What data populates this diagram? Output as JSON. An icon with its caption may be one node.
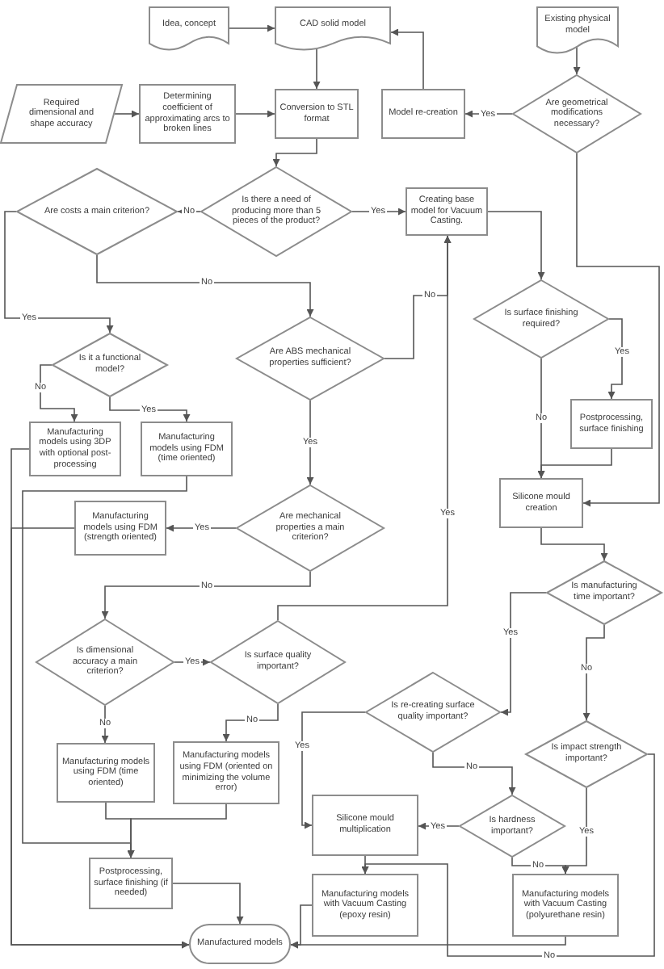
{
  "diagram": {
    "nodes": [
      {
        "text": [
          "Idea, concept"
        ]
      },
      {
        "text": [
          "CAD solid model"
        ]
      },
      {
        "text": [
          "Existing physical model"
        ]
      },
      {
        "text": [
          "Required dimensional and shape accuracy"
        ]
      },
      {
        "text": [
          "Determining coefficient of approximating arcs to broken lines"
        ]
      },
      {
        "text": [
          "Conversion to STL format"
        ]
      },
      {
        "text": [
          "Model re-creation"
        ]
      },
      {
        "text": [
          "Are geometrical modifications necessary?"
        ]
      },
      {
        "text": [
          "Is there a need of producing more than 5 pieces of the product?"
        ]
      },
      {
        "text": [
          "Are costs a main criterion?"
        ]
      },
      {
        "text": [
          "Creating base model for Vacuum Casting."
        ]
      },
      {
        "text": [
          "Is it a functional model?"
        ]
      },
      {
        "text": [
          "Are ABS mechanical properties sufficient?"
        ]
      },
      {
        "text": [
          "Is surface finishing required?"
        ]
      },
      {
        "text": [
          "Manufacturing models using 3DP with optional post-processing"
        ]
      },
      {
        "text": [
          "Manufacturing models using FDM (time oriented)"
        ]
      },
      {
        "text": [
          "Postprocessing, surface finishing"
        ]
      },
      {
        "text": [
          "Manufacturing models using FDM (strength oriented)"
        ]
      },
      {
        "text": [
          "Are mechanical properties a main criterion?"
        ]
      },
      {
        "text": [
          "Silicone mould creation"
        ]
      },
      {
        "text": [
          "Is manufacturing time important?"
        ]
      },
      {
        "text": [
          "Is dimensional accuracy a main criterion?"
        ]
      },
      {
        "text": [
          "Is surface quality important?"
        ]
      },
      {
        "text": [
          "Is re-creating surface quality important?"
        ]
      },
      {
        "text": [
          "Is impact strength important?"
        ]
      },
      {
        "text": [
          "Manufacturing models using FDM (time oriented)"
        ]
      },
      {
        "text": [
          "Manufacturing models using FDM (oriented on minimizing the volume error)"
        ]
      },
      {
        "text": [
          "Silicone mould multiplication"
        ]
      },
      {
        "text": [
          "Is hardness important?"
        ]
      },
      {
        "text": [
          "Manufacturing models with Vacuum Casting (epoxy resin)"
        ]
      },
      {
        "text": [
          "Manufacturing models with Vacuum Casting (polyurethane resin)"
        ]
      },
      {
        "text": [
          "Postprocessing, surface finishing (if needed)"
        ]
      },
      {
        "text": [
          "Manufactured models"
        ]
      }
    ],
    "edges": [
      {
        "from": 0,
        "to": 1,
        "arrow": "to"
      },
      {
        "from": 1,
        "to": 5,
        "arrow": "to"
      },
      {
        "from": 3,
        "to": 4,
        "arrow": "to"
      },
      {
        "from": 4,
        "to": 5,
        "arrow": "to"
      },
      {
        "from": 6,
        "to": 1,
        "arrow": "to"
      },
      {
        "from": 2,
        "to": 7,
        "arrow": "to"
      },
      {
        "from": 7,
        "to": 6,
        "arrow": "to",
        "label": "Yes"
      },
      {
        "from": 7,
        "to": 19,
        "arrow": "to"
      },
      {
        "from": 5,
        "to": 8,
        "arrow": "to"
      },
      {
        "from": 8,
        "to": 9,
        "arrow": "to",
        "label": "No"
      },
      {
        "from": 8,
        "to": 10,
        "arrow": "to",
        "label": "Yes"
      },
      {
        "from": 9,
        "to": 11,
        "arrow": "to",
        "label": "Yes"
      },
      {
        "from": 9,
        "to": 12,
        "arrow": "to",
        "label": "No"
      },
      {
        "from": 11,
        "to": 14,
        "arrow": "to",
        "label": "No"
      },
      {
        "from": 11,
        "to": 15,
        "arrow": "to",
        "label": "Yes"
      },
      {
        "from": 12,
        "to": 10,
        "arrow": "to",
        "label": "No"
      },
      {
        "from": 12,
        "to": 18,
        "arrow": "to",
        "label": "Yes"
      },
      {
        "from": 10,
        "to": 13,
        "arrow": "to"
      },
      {
        "from": 13,
        "to": 16,
        "arrow": "to",
        "label": "Yes"
      },
      {
        "from": 13,
        "to": 19,
        "arrow": "to",
        "label": "No"
      },
      {
        "from": 16,
        "to": 19,
        "arrow": "to"
      },
      {
        "from": 19,
        "to": 20,
        "arrow": "to"
      },
      {
        "from": 20,
        "to": 23,
        "arrow": "to",
        "label": "Yes"
      },
      {
        "from": 20,
        "to": 24,
        "arrow": "to",
        "label": "No"
      },
      {
        "from": 18,
        "to": 17,
        "arrow": "to",
        "label": "Yes"
      },
      {
        "from": 18,
        "to": 21,
        "arrow": "to",
        "label": "No"
      },
      {
        "from": 21,
        "to": 22,
        "arrow": "to",
        "label": "Yes"
      },
      {
        "from": 21,
        "to": 25,
        "arrow": "to",
        "label": "No"
      },
      {
        "from": 22,
        "to": 26,
        "arrow": "to",
        "label": "No"
      },
      {
        "from": 22,
        "to": 10,
        "arrow": "to",
        "label": "Yes"
      },
      {
        "from": 23,
        "to": 28,
        "arrow": "to",
        "label": "No"
      },
      {
        "from": 23,
        "to": 27,
        "arrow": "to",
        "label": "Yes"
      },
      {
        "from": 28,
        "to": 27,
        "arrow": "to",
        "label": "Yes"
      },
      {
        "from": 28,
        "to": 30,
        "arrow": "to",
        "label": "No"
      },
      {
        "from": 24,
        "to": 30,
        "arrow": "to",
        "label": "Yes"
      },
      {
        "from": 24,
        "to": 29,
        "arrow": "to",
        "label": "No"
      },
      {
        "from": 27,
        "to": 29,
        "arrow": "to"
      },
      {
        "from": 29,
        "to": 32,
        "arrow": "to"
      },
      {
        "from": 30,
        "to": 32,
        "arrow": "to"
      },
      {
        "from": 14,
        "to": 32,
        "arrow": "to"
      },
      {
        "from": 17,
        "to": 32,
        "arrow": "to"
      },
      {
        "from": 15,
        "to": 31,
        "arrow": "to"
      },
      {
        "from": 25,
        "to": 31,
        "arrow": "to"
      },
      {
        "from": 26,
        "to": 31,
        "arrow": "to"
      },
      {
        "from": 31,
        "to": 32,
        "arrow": "to"
      }
    ]
  }
}
